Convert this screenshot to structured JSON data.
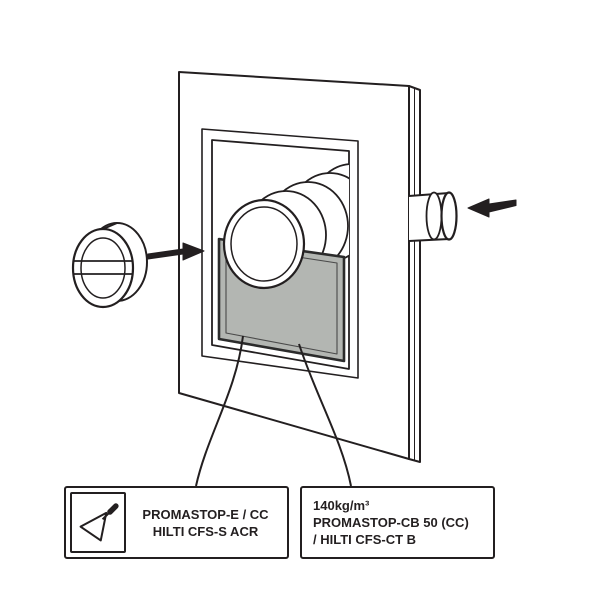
{
  "colors": {
    "ink": "#231f20",
    "board_fill": "#b3b6b2",
    "background": "#ffffff"
  },
  "callouts": {
    "left": {
      "icon": "trowel-icon",
      "lines": [
        "PROMASTOP-E / CC",
        "HILTI CFS-S ACR"
      ]
    },
    "right": {
      "lines": [
        "140kg/m³",
        "PROMASTOP-CB 50 (CC)",
        "/ HILTI CFS-CT B"
      ]
    }
  }
}
